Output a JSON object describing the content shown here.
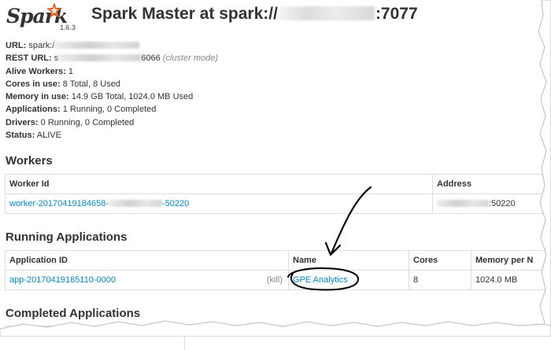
{
  "header": {
    "logo_text": "Spark",
    "version": "1.6.3",
    "title_prefix": "Spark Master at spark://",
    "title_suffix": ":7077"
  },
  "info": {
    "url_label": "URL:",
    "url_value": "spark:/",
    "rest_url_label": "REST URL:",
    "rest_url_prefix": "s",
    "rest_url_suffix": "6066",
    "rest_url_mode": "(cluster mode)",
    "alive_workers_label": "Alive Workers:",
    "alive_workers_value": "1",
    "cores_label": "Cores in use:",
    "cores_value": "8 Total, 8 Used",
    "memory_label": "Memory in use:",
    "memory_value": "14.9 GB Total, 1024.0 MB Used",
    "applications_label": "Applications:",
    "applications_value": "1 Running, 0 Completed",
    "drivers_label": "Drivers:",
    "drivers_value": "0 Running, 0 Completed",
    "status_label": "Status:",
    "status_value": "ALIVE"
  },
  "workers": {
    "heading": "Workers",
    "columns": [
      "Worker Id",
      "Address"
    ],
    "rows": [
      {
        "worker_id_prefix": "worker-20170419184658-",
        "worker_id_suffix": "-50220",
        "address_suffix": ":50220"
      }
    ]
  },
  "running": {
    "heading": "Running Applications",
    "columns": [
      "Application ID",
      "Name",
      "Cores",
      "Memory per N"
    ],
    "rows": [
      {
        "app_id": "app-20170419185110-0000",
        "kill": "(kill)",
        "name": "GPE Analytics",
        "cores": "8",
        "memory": "1024.0 MB"
      }
    ]
  },
  "completed": {
    "heading": "Completed Applications"
  },
  "colors": {
    "link": "#0088cc",
    "logo_star": "#e25a1c",
    "annotation": "#000000"
  },
  "icons": {
    "logo_star": "spark-star-icon"
  }
}
